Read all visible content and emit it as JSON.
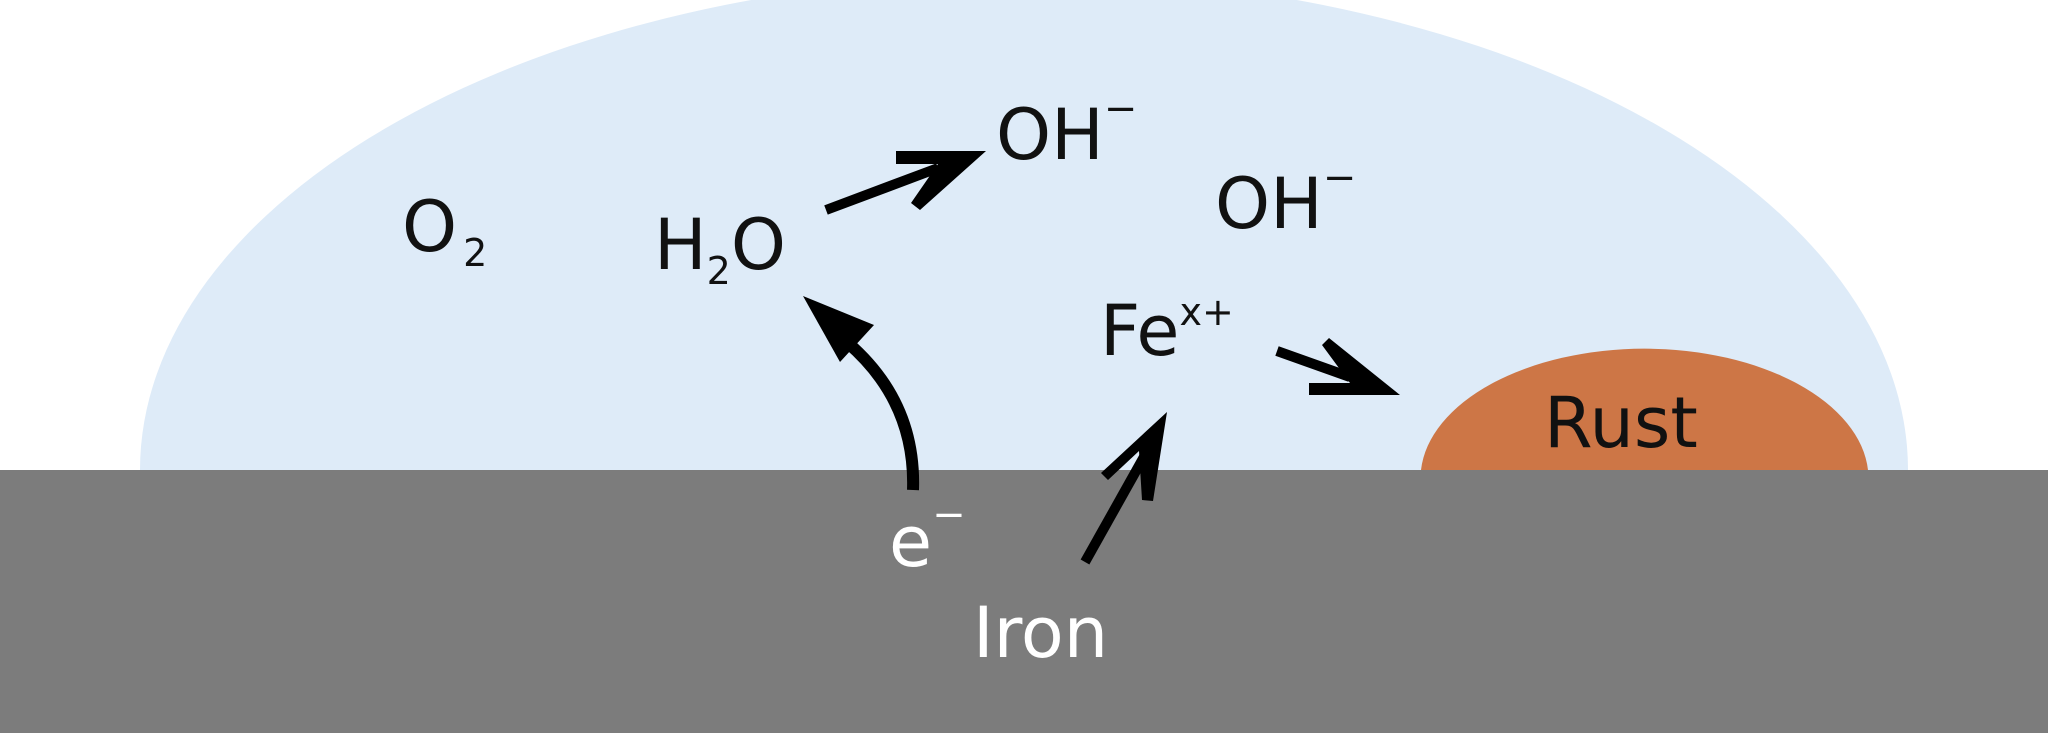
{
  "diagram": {
    "labels": {
      "o2": {
        "base": "O",
        "sub": "2"
      },
      "h2o": {
        "left": "H",
        "sub": "2",
        "right": "O"
      },
      "oh_top": {
        "base": "OH",
        "sup": "−"
      },
      "oh_right": {
        "base": "OH",
        "sup": "−"
      },
      "fe_ion": {
        "base": "Fe",
        "sup": "x+"
      },
      "rust": "Rust",
      "electron": {
        "base": "e",
        "sup": "−"
      },
      "iron": "Iron"
    },
    "colors": {
      "droplet": "#deebf8",
      "iron": "#7c7c7c",
      "rust": "#cd7646",
      "arrow": "#000000",
      "text_dark": "#111111",
      "text_light": "#ffffff"
    }
  }
}
